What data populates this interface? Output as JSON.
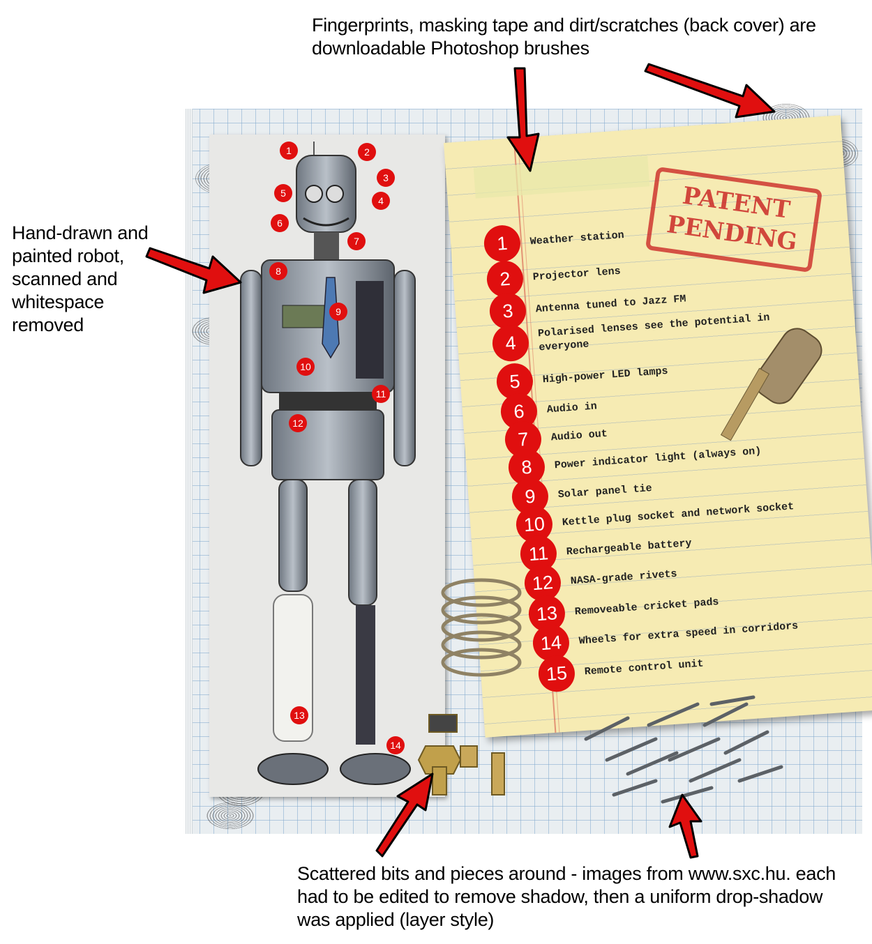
{
  "annotations": {
    "top": "Fingerprints, masking tape and dirt/scratches (back cover) are downloadable Photoshop brushes",
    "left": "Hand-drawn and painted robot, scanned and whitespace removed",
    "bottom": "Scattered bits and pieces around - images from www.sxc.hu. each had to be edited to remove shadow, then a uniform drop-shadow was applied (layer style)"
  },
  "stamp": {
    "line1": "PATENT",
    "line2": "PENDING"
  },
  "robot_badges": [
    "1",
    "2",
    "3",
    "4",
    "5",
    "6",
    "7",
    "8",
    "9",
    "10",
    "11",
    "12",
    "13",
    "14"
  ],
  "parts_list": [
    {
      "num": "1",
      "label": "Weather station"
    },
    {
      "num": "2",
      "label": "Projector lens"
    },
    {
      "num": "3",
      "label": "Antenna tuned to Jazz FM"
    },
    {
      "num": "4",
      "label": "Polarised lenses see the potential in everyone"
    },
    {
      "num": "5",
      "label": "High-power LED lamps"
    },
    {
      "num": "6",
      "label": "Audio in"
    },
    {
      "num": "7",
      "label": "Audio out"
    },
    {
      "num": "8",
      "label": "Power indicator light (always on)"
    },
    {
      "num": "9",
      "label": "Solar panel tie"
    },
    {
      "num": "10",
      "label": "Kettle plug socket and network socket"
    },
    {
      "num": "11",
      "label": "Rechargeable battery"
    },
    {
      "num": "12",
      "label": "NASA-grade rivets"
    },
    {
      "num": "13",
      "label": "Removeable cricket pads"
    },
    {
      "num": "14",
      "label": "Wheels for extra speed in corridors"
    },
    {
      "num": "15",
      "label": "Remote control unit"
    }
  ],
  "colors": {
    "marker_red": "#e00f0f",
    "notepad": "#f6ebb3",
    "grid": "#82aacd"
  }
}
